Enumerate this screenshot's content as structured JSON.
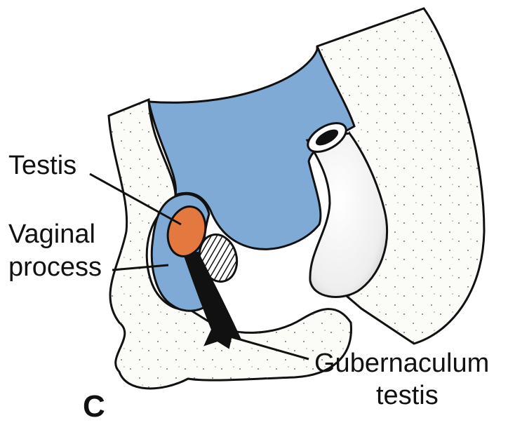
{
  "labels": {
    "testis": "Testis",
    "vaginal_line1": "Vaginal",
    "vaginal_line2": "process",
    "gubernaculum_line1": "Gubernaculum",
    "gubernaculum_line2": "testis",
    "panel_letter": "C"
  },
  "colors": {
    "blue_cavity": "#7FAAD6",
    "testis_orange": "#E3793F",
    "outline": "#111111",
    "tissue_fill": "#FBFBF8"
  }
}
